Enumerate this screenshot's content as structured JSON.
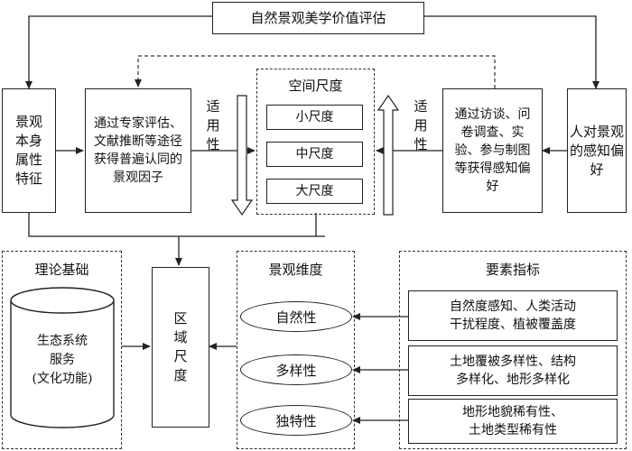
{
  "title": "自然景观美学价值评估",
  "left_box": "景观本身属性特征",
  "expert_box": "通过专家评估、文献推断等途径获得普遍认同的景观因子",
  "applicable_left": "适用性",
  "spatial_scale": {
    "title": "空间尺度",
    "items": [
      "小尺度",
      "中尺度",
      "大尺度"
    ]
  },
  "applicable_right": "适用性",
  "survey_box": "通过访谈、问卷调查、实验、参与制图等获得感知偏好",
  "right_box": "人对景观的感知偏好",
  "theory": {
    "title": "理论基础",
    "cylinder": "生态系统服务(文化功能)",
    "cylinder_lines": [
      "生态系统",
      "服务",
      "(文化功能)"
    ]
  },
  "regional_scale": "区域尺度",
  "landscape_dimension": {
    "title": "景观维度",
    "items": [
      "自然性",
      "多样性",
      "独特性"
    ]
  },
  "element_indicators": {
    "title": "要素指标",
    "items": [
      {
        "lines": [
          "自然度感知、人类活动",
          "干扰程度、植被覆盖度"
        ]
      },
      {
        "lines": [
          "土地覆被多样性、结构",
          "多样化、地形多样化"
        ]
      },
      {
        "lines": [
          "地形地貌稀有性、",
          "土地类型稀有性"
        ]
      }
    ]
  }
}
